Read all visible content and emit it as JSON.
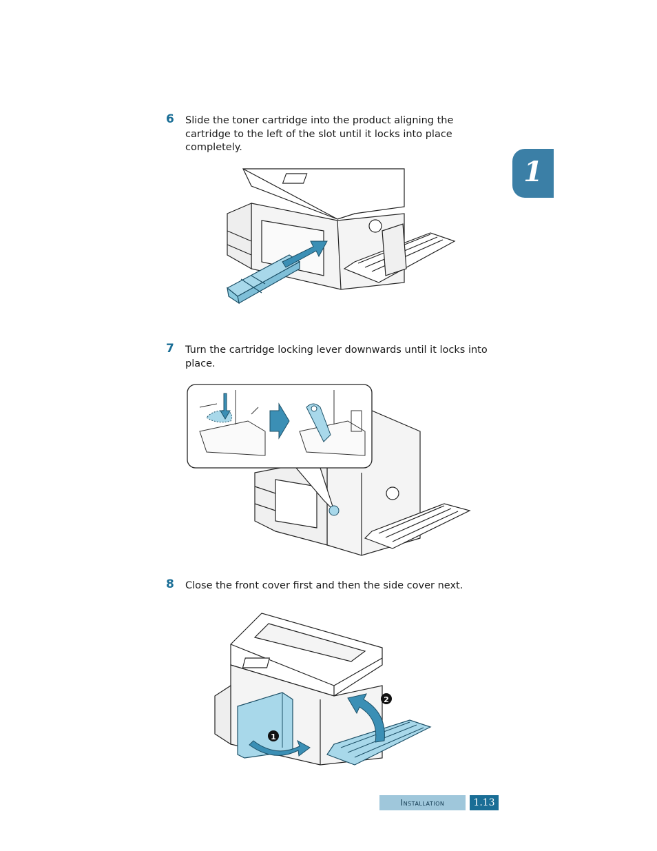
{
  "steps": [
    {
      "number": "6",
      "text": "Slide the toner cartridge into the product aligning the cartridge to the left of the slot until it locks into place completely."
    },
    {
      "number": "7",
      "text": "Turn the cartridge locking lever downwards until it locks into place."
    },
    {
      "number": "8",
      "text": "Close the front cover first and then the side cover next."
    }
  ],
  "chapter_tab": {
    "label": "1"
  },
  "illustration_callouts": {
    "first": "1",
    "second": "2"
  },
  "footer": {
    "section": "Installation",
    "page": "1.13"
  },
  "colors": {
    "accent": "#1a6e96",
    "highlight": "#a8d8ea",
    "arrow": "#3b8fb5",
    "tab": "#3b7fa6",
    "footer_light": "#9fc7db"
  }
}
